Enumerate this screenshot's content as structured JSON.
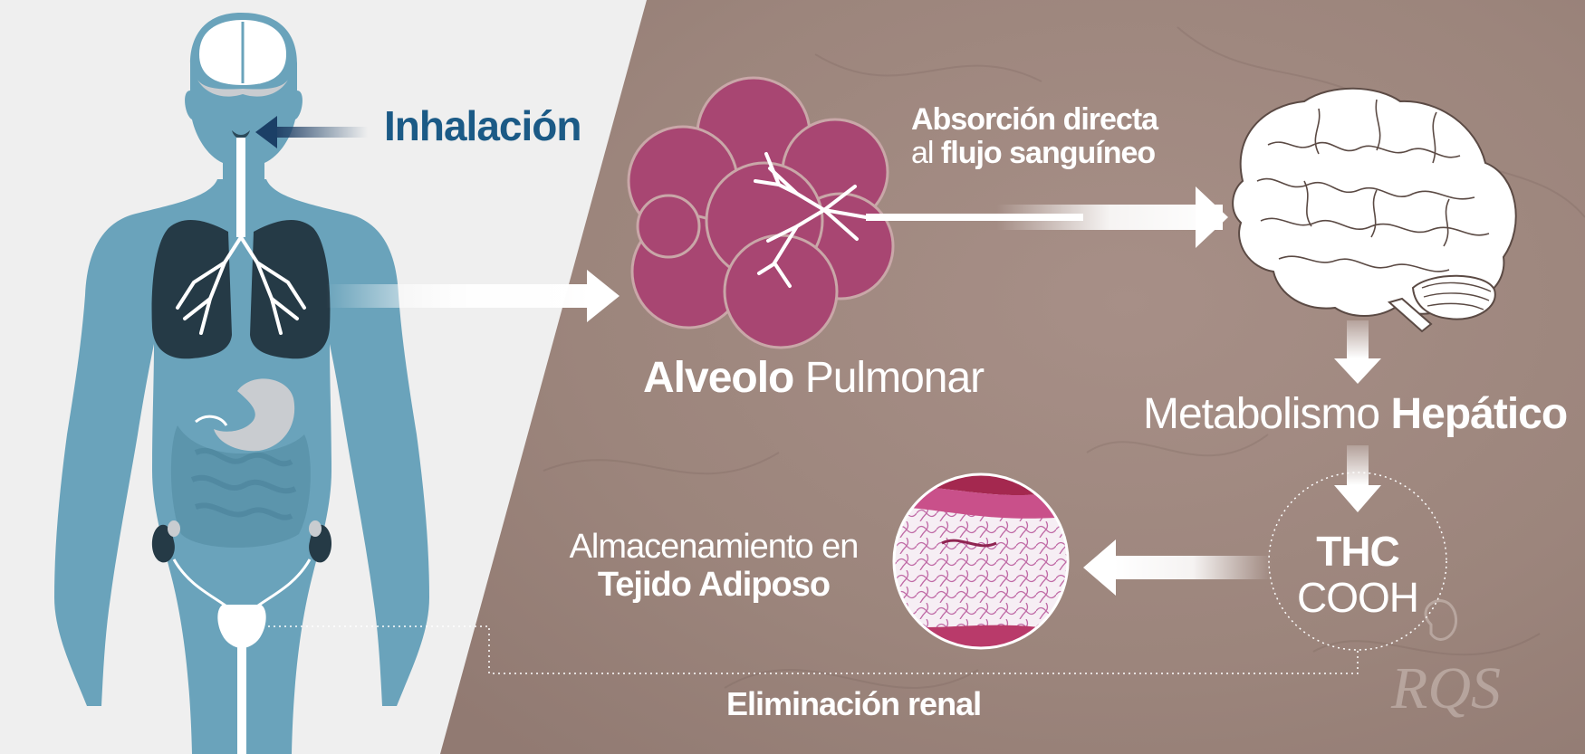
{
  "labels": {
    "inhalation": "Inhalación",
    "absorption_line1": "Absorción directa",
    "absorption_line2_prefix": "al",
    "absorption_line2_bold": "flujo sanguíneo",
    "alveolus_bold": "Alveolo",
    "alveolus_rest": "Pulmonar",
    "metabolism_rest": "Metabolismo",
    "metabolism_bold": "Hepático",
    "thc_line1": "THC",
    "thc_line2": "COOH",
    "storage_line1": "Almacenamiento en",
    "storage_line2": "Tejido Adiposo",
    "renal": "Eliminación renal"
  },
  "logo": {
    "text": "RQS"
  },
  "colors": {
    "left_panel": "#efefef",
    "right_panel": "#a08a82",
    "body": "#6aa3bb",
    "lungs": "#253a46",
    "alveolus": "#a84672",
    "inhalation_text": "#1b5a86",
    "white": "#ffffff"
  }
}
